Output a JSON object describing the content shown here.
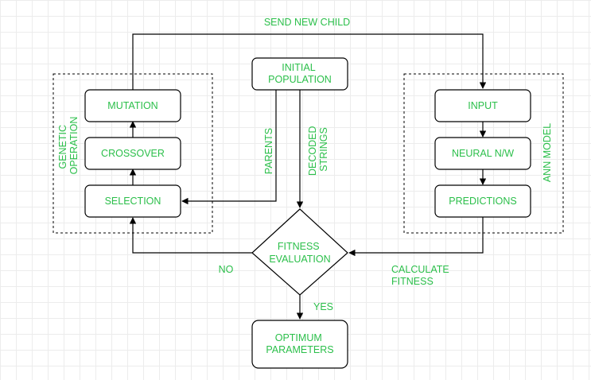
{
  "colors": {
    "text": "#2bbf4a",
    "line": "#000000",
    "grid": "#ececec"
  },
  "nodes": {
    "initial_population": [
      "INITIAL",
      "POPULATION"
    ],
    "mutation": "MUTATION",
    "crossover": "CROSSOVER",
    "selection": "SELECTION",
    "input": "INPUT",
    "neural_nw": "NEURAL N/W",
    "predictions": "PREDICTIONS",
    "fitness_evaluation": [
      "FITNESS",
      "EVALUATION"
    ],
    "optimum_parameters": [
      "OPTIMUM",
      "PARAMETERS"
    ]
  },
  "groups": {
    "genetic_operation": [
      "GENETIC",
      "OPERATION"
    ],
    "ann_model": "ANN MODEL"
  },
  "edge_labels": {
    "send_new_child": "SEND NEW CHILD",
    "parents": "PARENTS",
    "decoded_strings": [
      "DECODED",
      "STRINGS"
    ],
    "no": "NO",
    "yes": "YES",
    "calculate_fitness": [
      "CALCULATE",
      "FITNESS"
    ]
  }
}
